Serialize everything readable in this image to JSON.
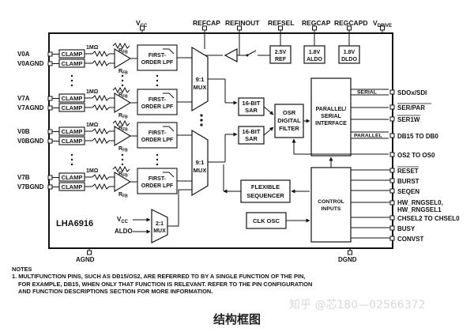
{
  "top_pins": {
    "vcc": "V",
    "vcc_sub": "CC",
    "refcap": "REFCAP",
    "refinout": "REFINOUT",
    "refsel": "REFSEL",
    "regcap": "REGCAP",
    "regcapd": "REGCAPD",
    "vdrive": "V",
    "vdrive_sub": "DRIVE"
  },
  "inputs": {
    "v0a": "V0A",
    "v0agnd": "V0AGND",
    "v7a": "V7A",
    "v7agnd": "V7AGND",
    "v0b": "V0B",
    "v0bgnd": "V0BGND",
    "v7b": "V7B",
    "v7bgnd": "V7BGND"
  },
  "blocks": {
    "clamp": "CLAMP",
    "res_1mohm": "1MΩ",
    "rfb": "R",
    "rfb_sub": "FB",
    "lpf_line1": "FIRST-",
    "lpf_line2": "ORDER LPF",
    "mux_ratio": "9:1",
    "mux": "MUX",
    "sar_line1": "16-BIT",
    "sar_line2": "SAR",
    "ref_2v5_line1": "2.5V",
    "ref_2v5_line2": "REF",
    "aldo_line1": "1.8V",
    "aldo_line2": "ALDO",
    "dldo_line1": "1.8V",
    "dldo_line2": "DLDO",
    "osr_line1": "OSR",
    "osr_line2": "DIGITAL",
    "osr_line3": "FILTER",
    "pif_line1": "PARALLEL/",
    "pif_line2": "SERIAL",
    "pif_line3": "INTERFACE",
    "serial": "SERIAL",
    "parallel": "PARALLEL",
    "flex_line1": "FLEXIBLE",
    "flex_line2": "SEQUENCER",
    "ctrl_line1": "CONTROL",
    "ctrl_line2": "INPUTS",
    "clk_osc": "CLK OSC",
    "mux21_ratio": "2:1",
    "mux21": "MUX",
    "part_name": "LHA6916",
    "vcc_in": "V",
    "vcc_in_sub": "CC",
    "aldo_in": "ALDO"
  },
  "right_pins": {
    "sdox": "SDOx/SDI",
    "ser_par": "SER/PAR",
    "ser1w": "SER1W",
    "db15": "DB15 TO DB0",
    "os2": "OS2 TO OS0",
    "reset": "RESET",
    "burst": "BURST",
    "seqen": "SEQEN",
    "hw_rng0": "HW_RNGSEL0,",
    "hw_rng1": "HW_RNGSEL1",
    "chsel": "CHSEL2 TO CHSEL0",
    "busy": "BUSY",
    "convst": "CONVST"
  },
  "bottom_pins": {
    "agnd": "AGND",
    "dgnd": "DGND"
  },
  "notes": {
    "title": "NOTES",
    "line1": "1. MULTIFUNCTION PINS, SUCH AS DB15/OS2, ARE REFERRED TO BY A SINGLE FUNCTION OF THE PIN,",
    "line2": "FOR EXAMPLE, DB15, WHEN ONLY THAT FUNCTION IS RELEVANT. REFER TO THE PIN CONFIGURATION",
    "line3": "AND FUNCTION DESCRIPTIONS SECTION FOR MORE INFORMATION."
  },
  "caption": "结构框图",
  "watermark": "知乎 @芯180—02566372"
}
